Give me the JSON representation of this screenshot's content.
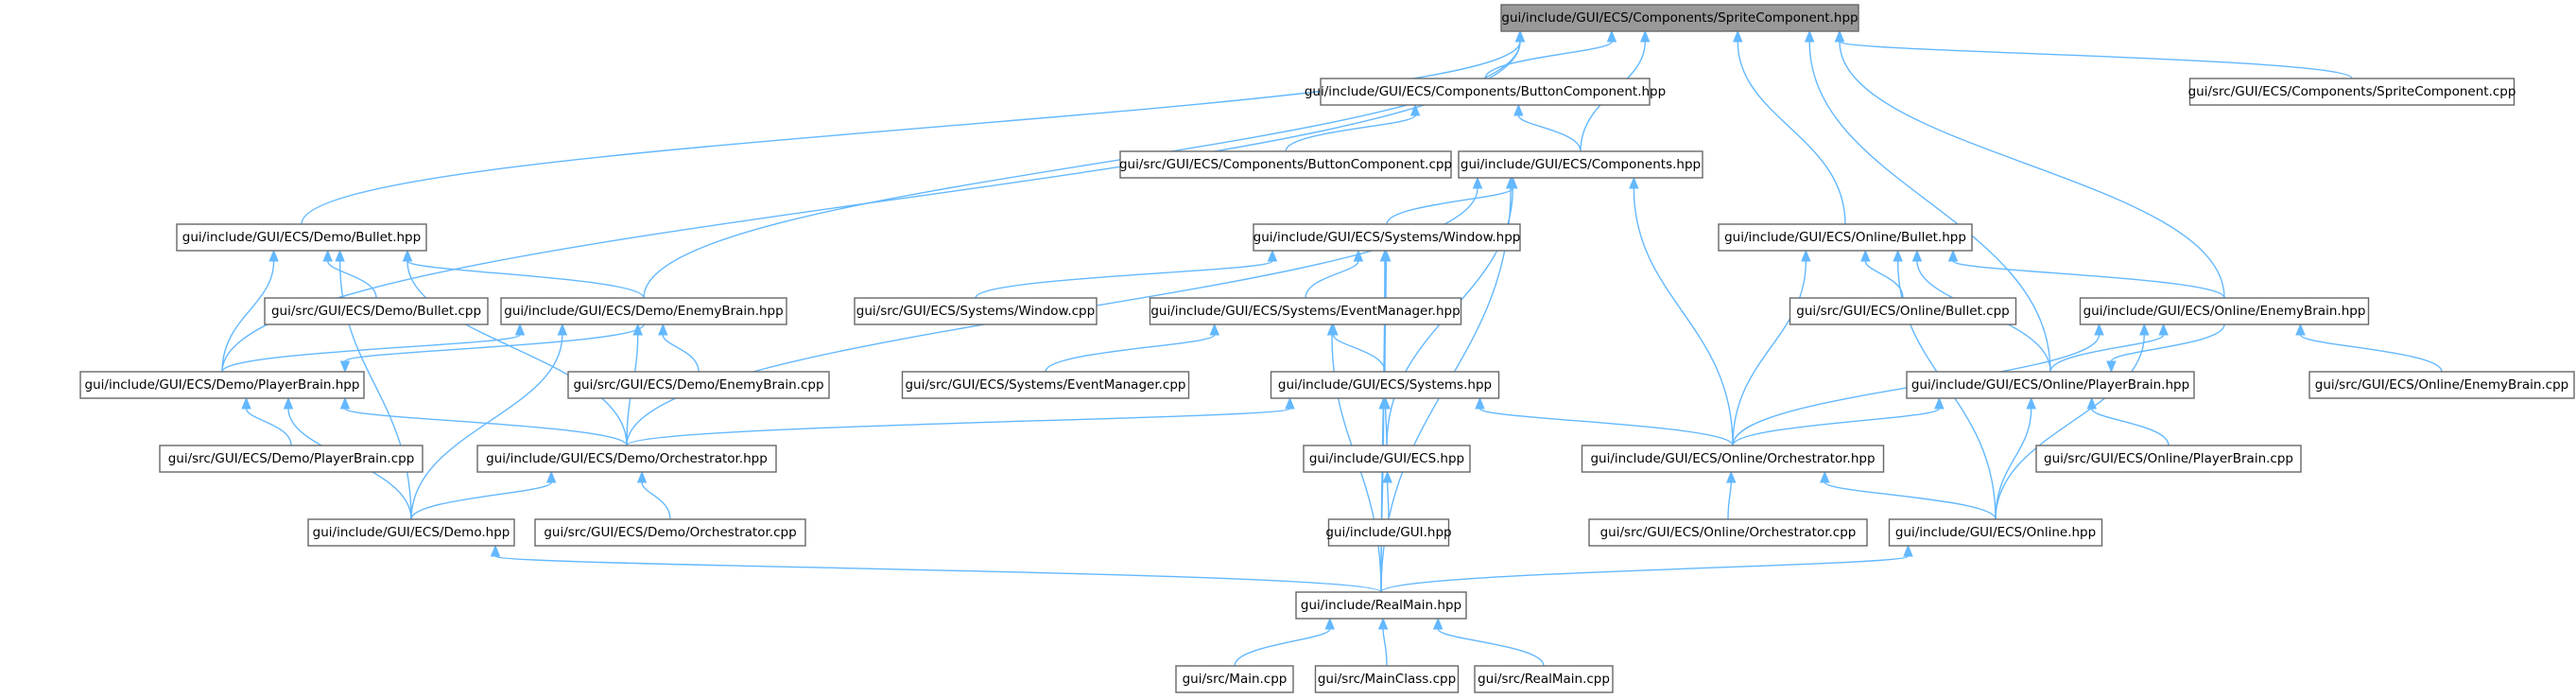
{
  "graph": {
    "root": "sprite_hpp",
    "colors": {
      "edge": "#63b8ff",
      "node_border": "#666666",
      "root_fill": "#999999",
      "node_fill": "#ffffff"
    },
    "nodes": [
      {
        "id": "sprite_hpp",
        "label": "gui/include/GUI/ECS/Components/SpriteComponent.hpp"
      },
      {
        "id": "button_hpp",
        "label": "gui/include/GUI/ECS/Components/ButtonComponent.hpp"
      },
      {
        "id": "sprite_cpp",
        "label": "gui/src/GUI/ECS/Components/SpriteComponent.cpp"
      },
      {
        "id": "button_cpp",
        "label": "gui/src/GUI/ECS/Components/ButtonComponent.cpp"
      },
      {
        "id": "components_hpp",
        "label": "gui/include/GUI/ECS/Components.hpp"
      },
      {
        "id": "demo_bullet_hpp",
        "label": "gui/include/GUI/ECS/Demo/Bullet.hpp"
      },
      {
        "id": "window_hpp",
        "label": "gui/include/GUI/ECS/Systems/Window.hpp"
      },
      {
        "id": "online_bullet_hpp",
        "label": "gui/include/GUI/ECS/Online/Bullet.hpp"
      },
      {
        "id": "demo_bullet_cpp",
        "label": "gui/src/GUI/ECS/Demo/Bullet.cpp"
      },
      {
        "id": "demo_enemy_hpp",
        "label": "gui/include/GUI/ECS/Demo/EnemyBrain.hpp"
      },
      {
        "id": "window_cpp",
        "label": "gui/src/GUI/ECS/Systems/Window.cpp"
      },
      {
        "id": "eventmgr_hpp",
        "label": "gui/include/GUI/ECS/Systems/EventManager.hpp"
      },
      {
        "id": "online_bullet_cpp",
        "label": "gui/src/GUI/ECS/Online/Bullet.cpp"
      },
      {
        "id": "online_enemy_hpp",
        "label": "gui/include/GUI/ECS/Online/EnemyBrain.hpp"
      },
      {
        "id": "demo_player_hpp",
        "label": "gui/include/GUI/ECS/Demo/PlayerBrain.hpp"
      },
      {
        "id": "demo_enemy_cpp",
        "label": "gui/src/GUI/ECS/Demo/EnemyBrain.cpp"
      },
      {
        "id": "eventmgr_cpp",
        "label": "gui/src/GUI/ECS/Systems/EventManager.cpp"
      },
      {
        "id": "systems_hpp",
        "label": "gui/include/GUI/ECS/Systems.hpp"
      },
      {
        "id": "online_player_hpp",
        "label": "gui/include/GUI/ECS/Online/PlayerBrain.hpp"
      },
      {
        "id": "online_enemy_cpp",
        "label": "gui/src/GUI/ECS/Online/EnemyBrain.cpp"
      },
      {
        "id": "demo_player_cpp",
        "label": "gui/src/GUI/ECS/Demo/PlayerBrain.cpp"
      },
      {
        "id": "demo_orch_hpp",
        "label": "gui/include/GUI/ECS/Demo/Orchestrator.hpp"
      },
      {
        "id": "ecs_hpp",
        "label": "gui/include/GUI/ECS.hpp"
      },
      {
        "id": "online_orch_hpp",
        "label": "gui/include/GUI/ECS/Online/Orchestrator.hpp"
      },
      {
        "id": "online_player_cpp",
        "label": "gui/src/GUI/ECS/Online/PlayerBrain.cpp"
      },
      {
        "id": "demo_hpp",
        "label": "gui/include/GUI/ECS/Demo.hpp"
      },
      {
        "id": "demo_orch_cpp",
        "label": "gui/src/GUI/ECS/Demo/Orchestrator.cpp"
      },
      {
        "id": "gui_hpp",
        "label": "gui/include/GUI.hpp"
      },
      {
        "id": "online_orch_cpp",
        "label": "gui/src/GUI/ECS/Online/Orchestrator.cpp"
      },
      {
        "id": "online_hpp",
        "label": "gui/include/GUI/ECS/Online.hpp"
      },
      {
        "id": "realmain_hpp",
        "label": "gui/include/RealMain.hpp"
      },
      {
        "id": "main_cpp",
        "label": "gui/src/Main.cpp"
      },
      {
        "id": "mainclass_cpp",
        "label": "gui/src/MainClass.cpp"
      },
      {
        "id": "realmain_cpp",
        "label": "gui/src/RealMain.cpp"
      }
    ],
    "edges": [
      [
        "button_hpp",
        "sprite_hpp"
      ],
      [
        "sprite_cpp",
        "sprite_hpp"
      ],
      [
        "components_hpp",
        "sprite_hpp"
      ],
      [
        "demo_bullet_hpp",
        "sprite_hpp"
      ],
      [
        "online_bullet_hpp",
        "sprite_hpp"
      ],
      [
        "demo_enemy_hpp",
        "sprite_hpp"
      ],
      [
        "online_enemy_hpp",
        "sprite_hpp"
      ],
      [
        "demo_player_hpp",
        "sprite_hpp"
      ],
      [
        "online_player_hpp",
        "sprite_hpp"
      ],
      [
        "button_cpp",
        "button_hpp"
      ],
      [
        "components_hpp",
        "button_hpp"
      ],
      [
        "window_hpp",
        "components_hpp"
      ],
      [
        "demo_orch_hpp",
        "components_hpp"
      ],
      [
        "ecs_hpp",
        "components_hpp"
      ],
      [
        "online_orch_hpp",
        "components_hpp"
      ],
      [
        "realmain_hpp",
        "components_hpp"
      ],
      [
        "demo_bullet_cpp",
        "demo_bullet_hpp"
      ],
      [
        "demo_enemy_hpp",
        "demo_bullet_hpp"
      ],
      [
        "demo_player_hpp",
        "demo_bullet_hpp"
      ],
      [
        "demo_orch_hpp",
        "demo_bullet_hpp"
      ],
      [
        "demo_hpp",
        "demo_bullet_hpp"
      ],
      [
        "window_cpp",
        "window_hpp"
      ],
      [
        "eventmgr_hpp",
        "window_hpp"
      ],
      [
        "systems_hpp",
        "window_hpp"
      ],
      [
        "realmain_hpp",
        "window_hpp"
      ],
      [
        "online_bullet_cpp",
        "online_bullet_hpp"
      ],
      [
        "online_enemy_hpp",
        "online_bullet_hpp"
      ],
      [
        "online_player_hpp",
        "online_bullet_hpp"
      ],
      [
        "online_orch_hpp",
        "online_bullet_hpp"
      ],
      [
        "online_hpp",
        "online_bullet_hpp"
      ],
      [
        "demo_enemy_cpp",
        "demo_enemy_hpp"
      ],
      [
        "demo_player_hpp",
        "demo_enemy_hpp"
      ],
      [
        "demo_enemy_hpp",
        "demo_player_hpp"
      ],
      [
        "demo_orch_hpp",
        "demo_enemy_hpp"
      ],
      [
        "demo_hpp",
        "demo_enemy_hpp"
      ],
      [
        "eventmgr_cpp",
        "eventmgr_hpp"
      ],
      [
        "systems_hpp",
        "eventmgr_hpp"
      ],
      [
        "realmain_hpp",
        "eventmgr_hpp"
      ],
      [
        "online_enemy_cpp",
        "online_enemy_hpp"
      ],
      [
        "online_player_hpp",
        "online_enemy_hpp"
      ],
      [
        "online_enemy_hpp",
        "online_player_hpp"
      ],
      [
        "online_orch_hpp",
        "online_enemy_hpp"
      ],
      [
        "online_hpp",
        "online_enemy_hpp"
      ],
      [
        "demo_player_cpp",
        "demo_player_hpp"
      ],
      [
        "demo_orch_hpp",
        "demo_player_hpp"
      ],
      [
        "demo_hpp",
        "demo_player_hpp"
      ],
      [
        "demo_orch_hpp",
        "systems_hpp"
      ],
      [
        "ecs_hpp",
        "systems_hpp"
      ],
      [
        "online_orch_hpp",
        "systems_hpp"
      ],
      [
        "realmain_hpp",
        "systems_hpp"
      ],
      [
        "online_player_cpp",
        "online_player_hpp"
      ],
      [
        "online_orch_hpp",
        "online_player_hpp"
      ],
      [
        "online_hpp",
        "online_player_hpp"
      ],
      [
        "demo_hpp",
        "demo_orch_hpp"
      ],
      [
        "demo_orch_cpp",
        "demo_orch_hpp"
      ],
      [
        "gui_hpp",
        "ecs_hpp"
      ],
      [
        "online_orch_cpp",
        "online_orch_hpp"
      ],
      [
        "online_hpp",
        "online_orch_hpp"
      ],
      [
        "realmain_hpp",
        "demo_hpp"
      ],
      [
        "realmain_hpp",
        "online_hpp"
      ],
      [
        "main_cpp",
        "realmain_hpp"
      ],
      [
        "mainclass_cpp",
        "realmain_hpp"
      ],
      [
        "realmain_cpp",
        "realmain_hpp"
      ]
    ]
  }
}
